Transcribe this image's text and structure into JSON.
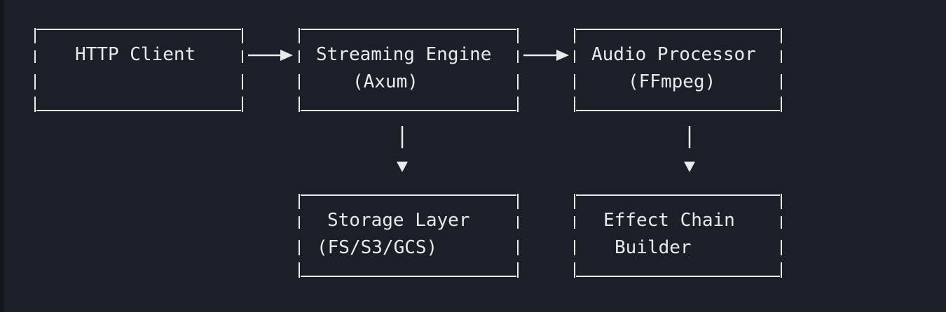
{
  "diagram": {
    "nodes": [
      {
        "id": "http-client",
        "lines": [
          "HTTP Client",
          ""
        ]
      },
      {
        "id": "streaming-engine",
        "lines": [
          "Streaming Engine",
          "(Axum)"
        ]
      },
      {
        "id": "audio-processor",
        "lines": [
          "Audio Processor",
          "(FFmpeg)"
        ]
      },
      {
        "id": "storage-layer",
        "lines": [
          "Storage Layer",
          "(FS/S3/GCS)"
        ]
      },
      {
        "id": "effect-chain-builder",
        "lines": [
          "Effect Chain",
          "Builder"
        ]
      }
    ],
    "edges": [
      {
        "from": "http-client",
        "to": "streaming-engine"
      },
      {
        "from": "streaming-engine",
        "to": "audio-processor"
      },
      {
        "from": "streaming-engine",
        "to": "storage-layer"
      },
      {
        "from": "audio-processor",
        "to": "effect-chain-builder"
      }
    ]
  }
}
